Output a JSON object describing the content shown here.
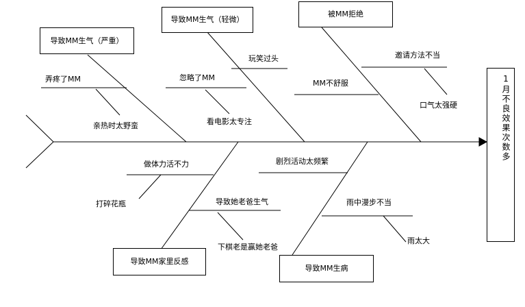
{
  "effect": {
    "title": "1月不良效果次数多"
  },
  "categories": {
    "mm_angry_serious": "导致MM生气（严重）",
    "mm_angry_light": "导致MM生气（轻微）",
    "mm_refuse": "被MM拒绝",
    "family_dislike": "导致MM家里反感",
    "mm_sick": "导致MM生病"
  },
  "causes": {
    "hurt_mm": "弄疼了MM",
    "kiss_rough": "亲热时太野蛮",
    "ignore_mm": "忽略了MM",
    "movie_focus": "看电影太专注",
    "joke_too_far": "玩笑过头",
    "mm_uncomfortable": "MM不舒服",
    "invite_wrong": "邀请方法不当",
    "tone_hard": "口气太强硬",
    "chores_bad": "做体力活不力",
    "break_vase": "打碎花瓶",
    "dad_angry": "导致她老爸生气",
    "chess_win": "下棋老是赢她老爸",
    "exercise_frequent": "剧烈活动太频繁",
    "rain_walk": "雨中漫步不当",
    "rain_heavy": "雨太大"
  }
}
